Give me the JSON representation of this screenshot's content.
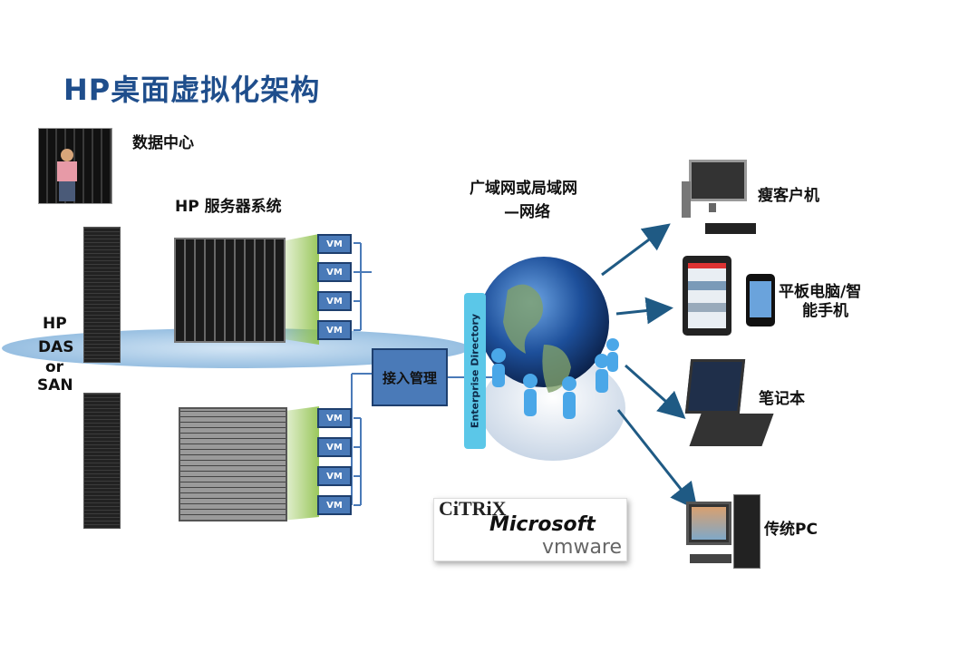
{
  "title": "HP桌面虚拟化架构",
  "labels": {
    "datacenter": "数据中心",
    "server_system": "HP 服务器系统",
    "storage_line1": "HP",
    "storage_line2": "DAS",
    "storage_line3": "or",
    "storage_line4": "SAN",
    "network_line1": "广域网或局域网",
    "network_line2": "—网络",
    "access_mgmt": "接入管理",
    "enterprise_directory": "Enterprise Directory",
    "thin_client": "瘦客户机",
    "tablet_line1": "平板电脑/智",
    "tablet_line2": "能手机",
    "laptop": "笔记本",
    "pc": "传统PC"
  },
  "vm_label": "VM",
  "vms_top": [
    "VM",
    "VM",
    "VM",
    "VM"
  ],
  "vms_bottom": [
    "VM",
    "VM",
    "VM",
    "VM"
  ],
  "vendors": {
    "citrix": "CiTRiX",
    "microsoft": "Microsoft",
    "vmware": "vmware"
  },
  "colors": {
    "title": "#1f4e8c",
    "vm_fill": "#4a7ab8",
    "ed_fill": "#5bc7e8",
    "arrow": "#1f5a84",
    "green_beam": "#8fc14a",
    "ellipse": "#a9cbe8"
  }
}
